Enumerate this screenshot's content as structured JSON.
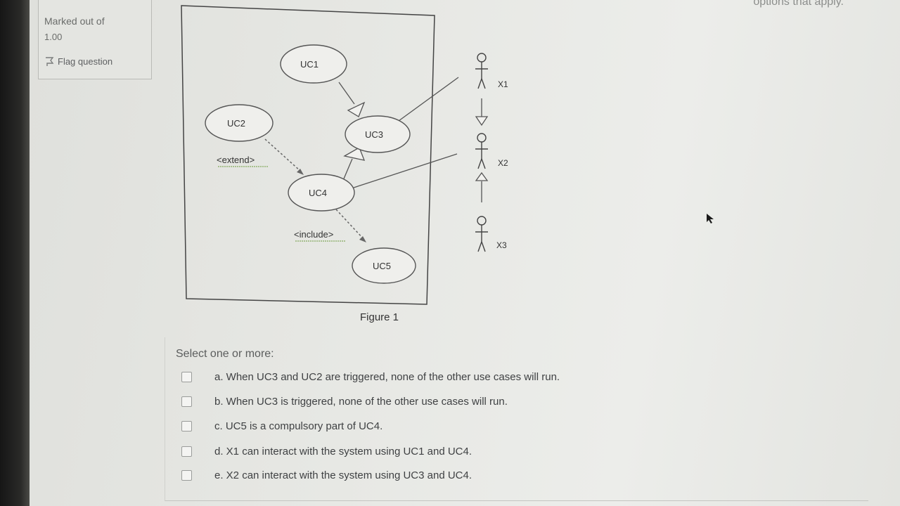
{
  "header": {
    "instruction_fragment": "options that apply."
  },
  "info": {
    "marked_label": "Marked out of",
    "marked_value": "1.00",
    "flag_label": "Flag question"
  },
  "diagram": {
    "use_cases": [
      "UC1",
      "UC2",
      "UC3",
      "UC4",
      "UC5"
    ],
    "actors": [
      "X1",
      "X2",
      "X3"
    ],
    "extend_label": "<extend>",
    "include_label": "<include>",
    "caption": "Figure 1"
  },
  "question": {
    "prompt": "Select one or more:",
    "options": [
      "a. When UC3 and UC2 are triggered, none of the other use cases will run.",
      "b. When UC3 is triggered, none of the other use cases will run.",
      "c. UC5 is a compulsory part of UC4.",
      "d. X1 can interact with the system using UC1 and UC4.",
      "e. X2 can interact with the system using UC3 and UC4."
    ]
  },
  "colors": {
    "ink": "#3a3a3a",
    "screen_bg": "#e6e7e3"
  }
}
